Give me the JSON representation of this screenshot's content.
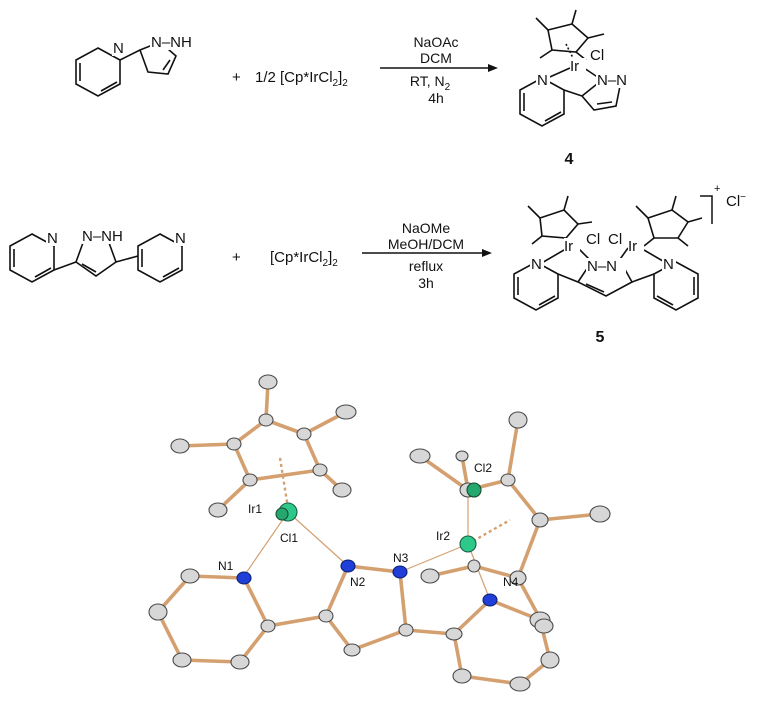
{
  "scheme1": {
    "reactant1": {
      "nh_label": "N–NH",
      "n_label": "N"
    },
    "plus": "+",
    "reagent_prefix": "1/2 [Cp*IrCl",
    "reagent_sub1": "2",
    "reagent_close": "]",
    "reagent_sub2": "2",
    "conditions": [
      "NaOAc",
      "DCM",
      "RT, N",
      "4h"
    ],
    "condition_sub": "2",
    "product": {
      "ir": "Ir",
      "cl": "Cl",
      "n_left": "N",
      "n_pyr": "N–N"
    },
    "number": "4"
  },
  "scheme2": {
    "reactant": {
      "nh_label": "N–NH",
      "n_left": "N",
      "n_right": "N"
    },
    "plus": "+",
    "reagent_prefix": "[Cp*IrCl",
    "reagent_sub1": "2",
    "reagent_close": "]",
    "reagent_sub2": "2",
    "conditions": [
      "NaOMe",
      "MeOH/DCM",
      "reflux",
      "3h"
    ],
    "product": {
      "ir1": "Ir",
      "ir2": "Ir",
      "cl1": "Cl",
      "cl2": "Cl",
      "nn": "N–N",
      "n_left": "N",
      "n_right": "N"
    },
    "charge": "+",
    "counterion": "Cl",
    "counterion_charge": "−",
    "number": "5"
  },
  "crystal": {
    "labels": [
      "Ir1",
      "Cl1",
      "N1",
      "N2",
      "N3",
      "Ir2",
      "Cl2",
      "N4"
    ]
  }
}
